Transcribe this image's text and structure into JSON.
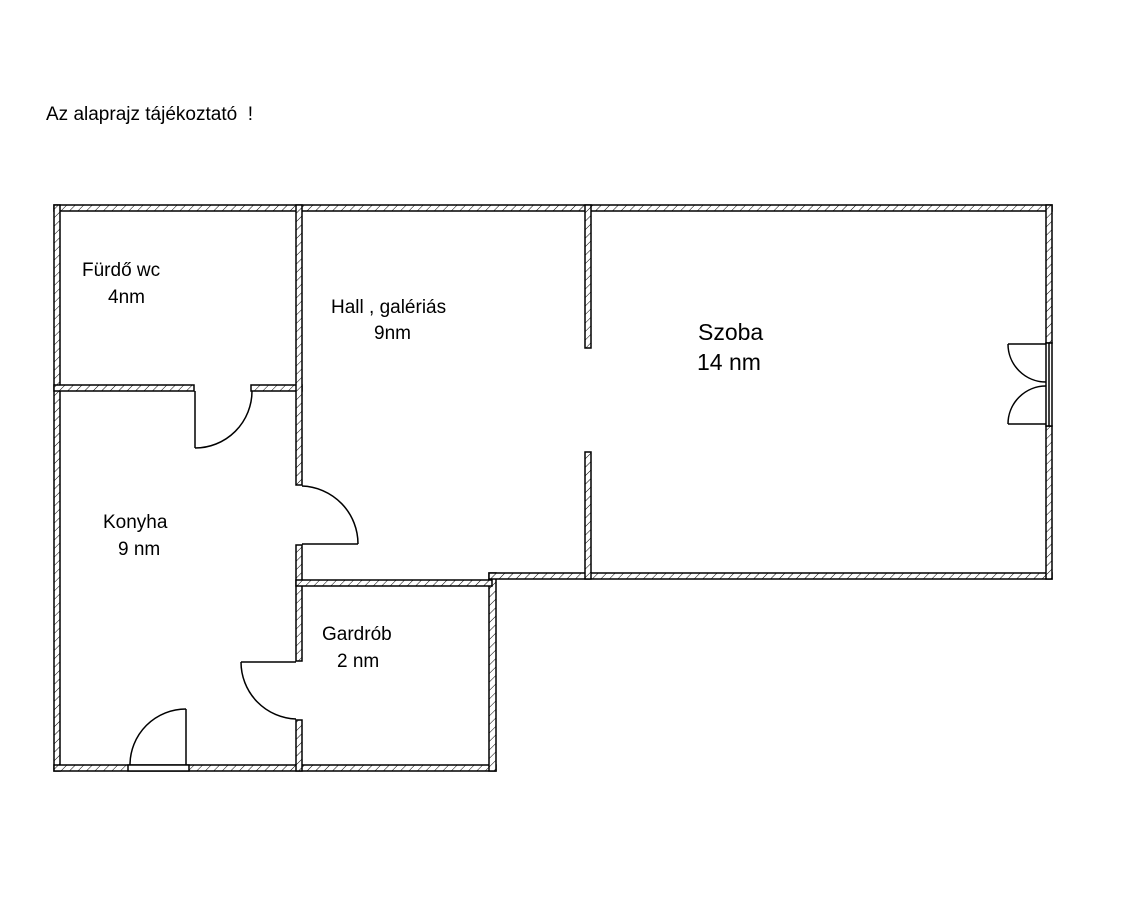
{
  "note": "Az alaprajz tájékoztató  !",
  "rooms": {
    "furdo": {
      "name": "Fürdő wc",
      "area": "4nm"
    },
    "hall": {
      "name": "Hall , galériás",
      "area": "9nm"
    },
    "szoba": {
      "name": "Szoba",
      "area": "14 nm"
    },
    "konyha": {
      "name": "Konyha",
      "area": "9 nm"
    },
    "gardrob": {
      "name": "Gardrób",
      "area": "2 nm"
    }
  },
  "colors": {
    "wall_stroke": "#000000",
    "background": "#ffffff"
  }
}
